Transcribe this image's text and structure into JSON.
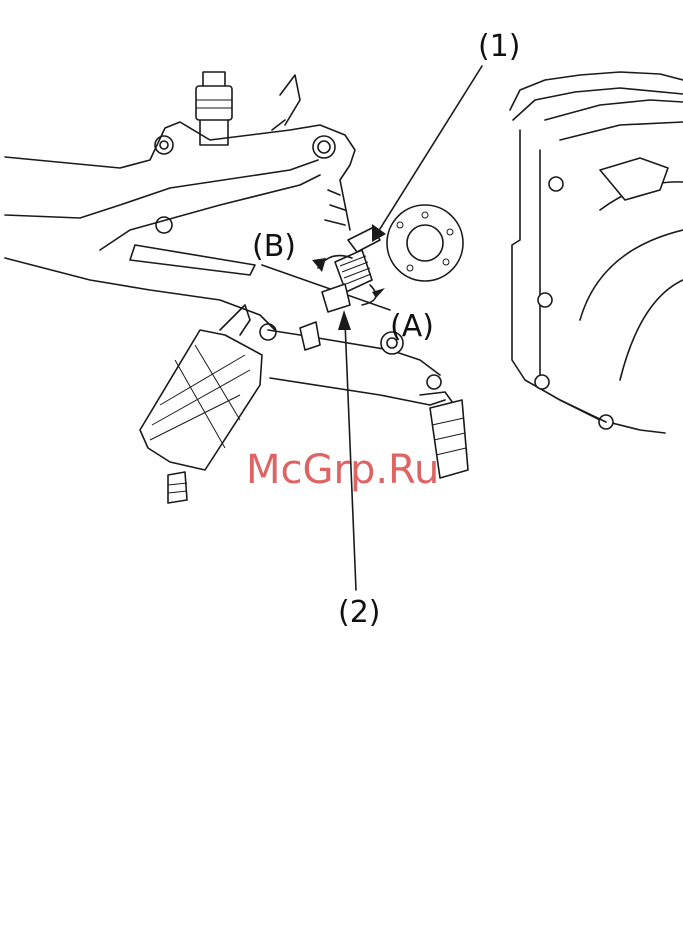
{
  "labels": {
    "callout_1": "(1)",
    "callout_2": "(2)",
    "direction_a": "(A)",
    "direction_b": "(B)"
  },
  "watermark": {
    "text": "McGrp.Ru",
    "color": "#d94a4a"
  }
}
